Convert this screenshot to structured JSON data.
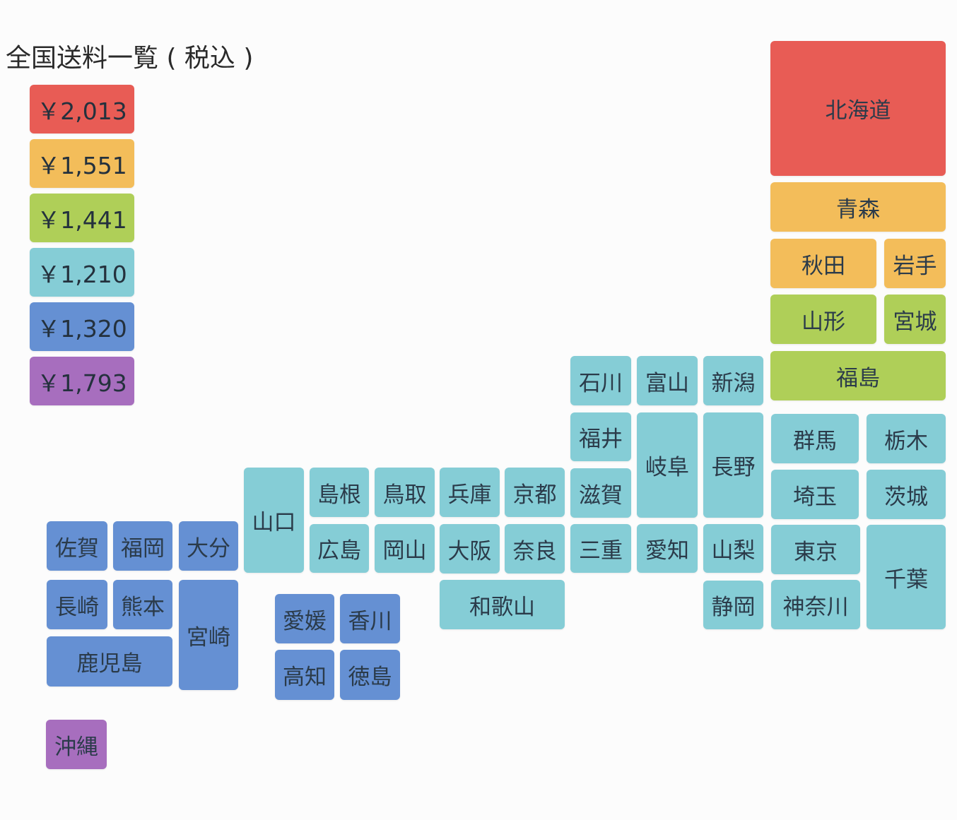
{
  "title": "全国送料一覧 ( 税込 )",
  "colors": {
    "red": "#e85c55",
    "orange": "#f3bd5a",
    "green": "#afcf58",
    "cyan": "#85cdd6",
    "blue": "#6590d3",
    "purple": "#a76ebe"
  },
  "legend": [
    {
      "price": "￥2,013",
      "color": "red"
    },
    {
      "price": "￥1,551",
      "color": "orange"
    },
    {
      "price": "￥1,441",
      "color": "green"
    },
    {
      "price": "￥1,210",
      "color": "cyan"
    },
    {
      "price": "￥1,320",
      "color": "blue"
    },
    {
      "price": "￥1,793",
      "color": "purple"
    }
  ],
  "prefectures": {
    "hokkaido": "北海道",
    "aomori": "青森",
    "akita": "秋田",
    "iwate": "岩手",
    "yamagata": "山形",
    "miyagi": "宮城",
    "fukushima": "福島",
    "gunma": "群馬",
    "tochigi": "栃木",
    "saitama": "埼玉",
    "ibaraki": "茨城",
    "tokyo": "東京",
    "chiba": "千葉",
    "kanagawa": "神奈川",
    "niigata": "新潟",
    "nagano": "長野",
    "yamanashi": "山梨",
    "shizuoka": "静岡",
    "toyama": "富山",
    "gifu": "岐阜",
    "aichi": "愛知",
    "ishikawa": "石川",
    "fukui": "福井",
    "shiga": "滋賀",
    "mie": "三重",
    "kyoto": "京都",
    "nara": "奈良",
    "hyogo": "兵庫",
    "osaka": "大阪",
    "wakayama": "和歌山",
    "tottori": "鳥取",
    "okayama": "岡山",
    "shimane": "島根",
    "hiroshima": "広島",
    "yamaguchi": "山口",
    "ehime": "愛媛",
    "kagawa": "香川",
    "kochi": "高知",
    "tokushima": "徳島",
    "saga": "佐賀",
    "fukuoka": "福岡",
    "oita": "大分",
    "nagasaki": "長崎",
    "kumamoto": "熊本",
    "miyazaki": "宮崎",
    "kagoshima": "鹿児島",
    "okinawa": "沖縄"
  }
}
